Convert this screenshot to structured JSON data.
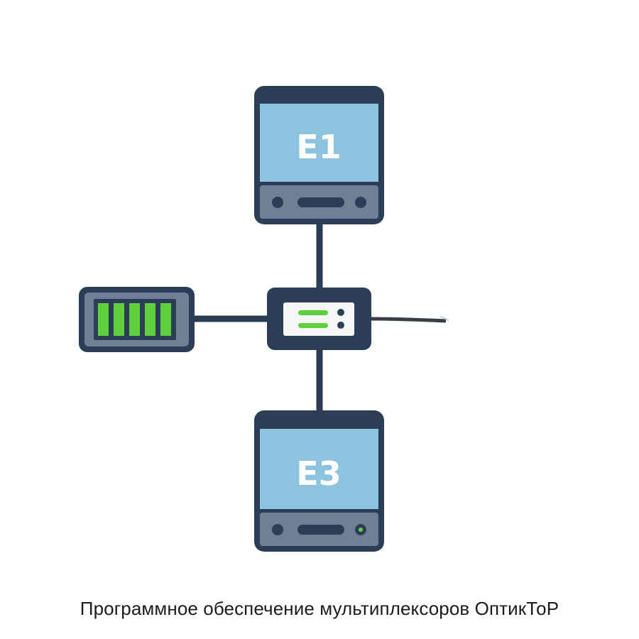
{
  "devices": {
    "top": {
      "label": "E1"
    },
    "bottom": {
      "label": "E3"
    }
  },
  "caption": "Программное обеспечение мультиплексоров ОптикТоР",
  "colors": {
    "outline": "#2c3e55",
    "screen": "#8cc4df",
    "chassis": "#6f8096",
    "accent_green": "#5fcf3d",
    "link": "#2c3e55",
    "hub_panel": "#f4f6f8"
  },
  "icons": [
    "server-icon",
    "battery-icon",
    "multiplexer-icon",
    "port-indicator-icon"
  ]
}
